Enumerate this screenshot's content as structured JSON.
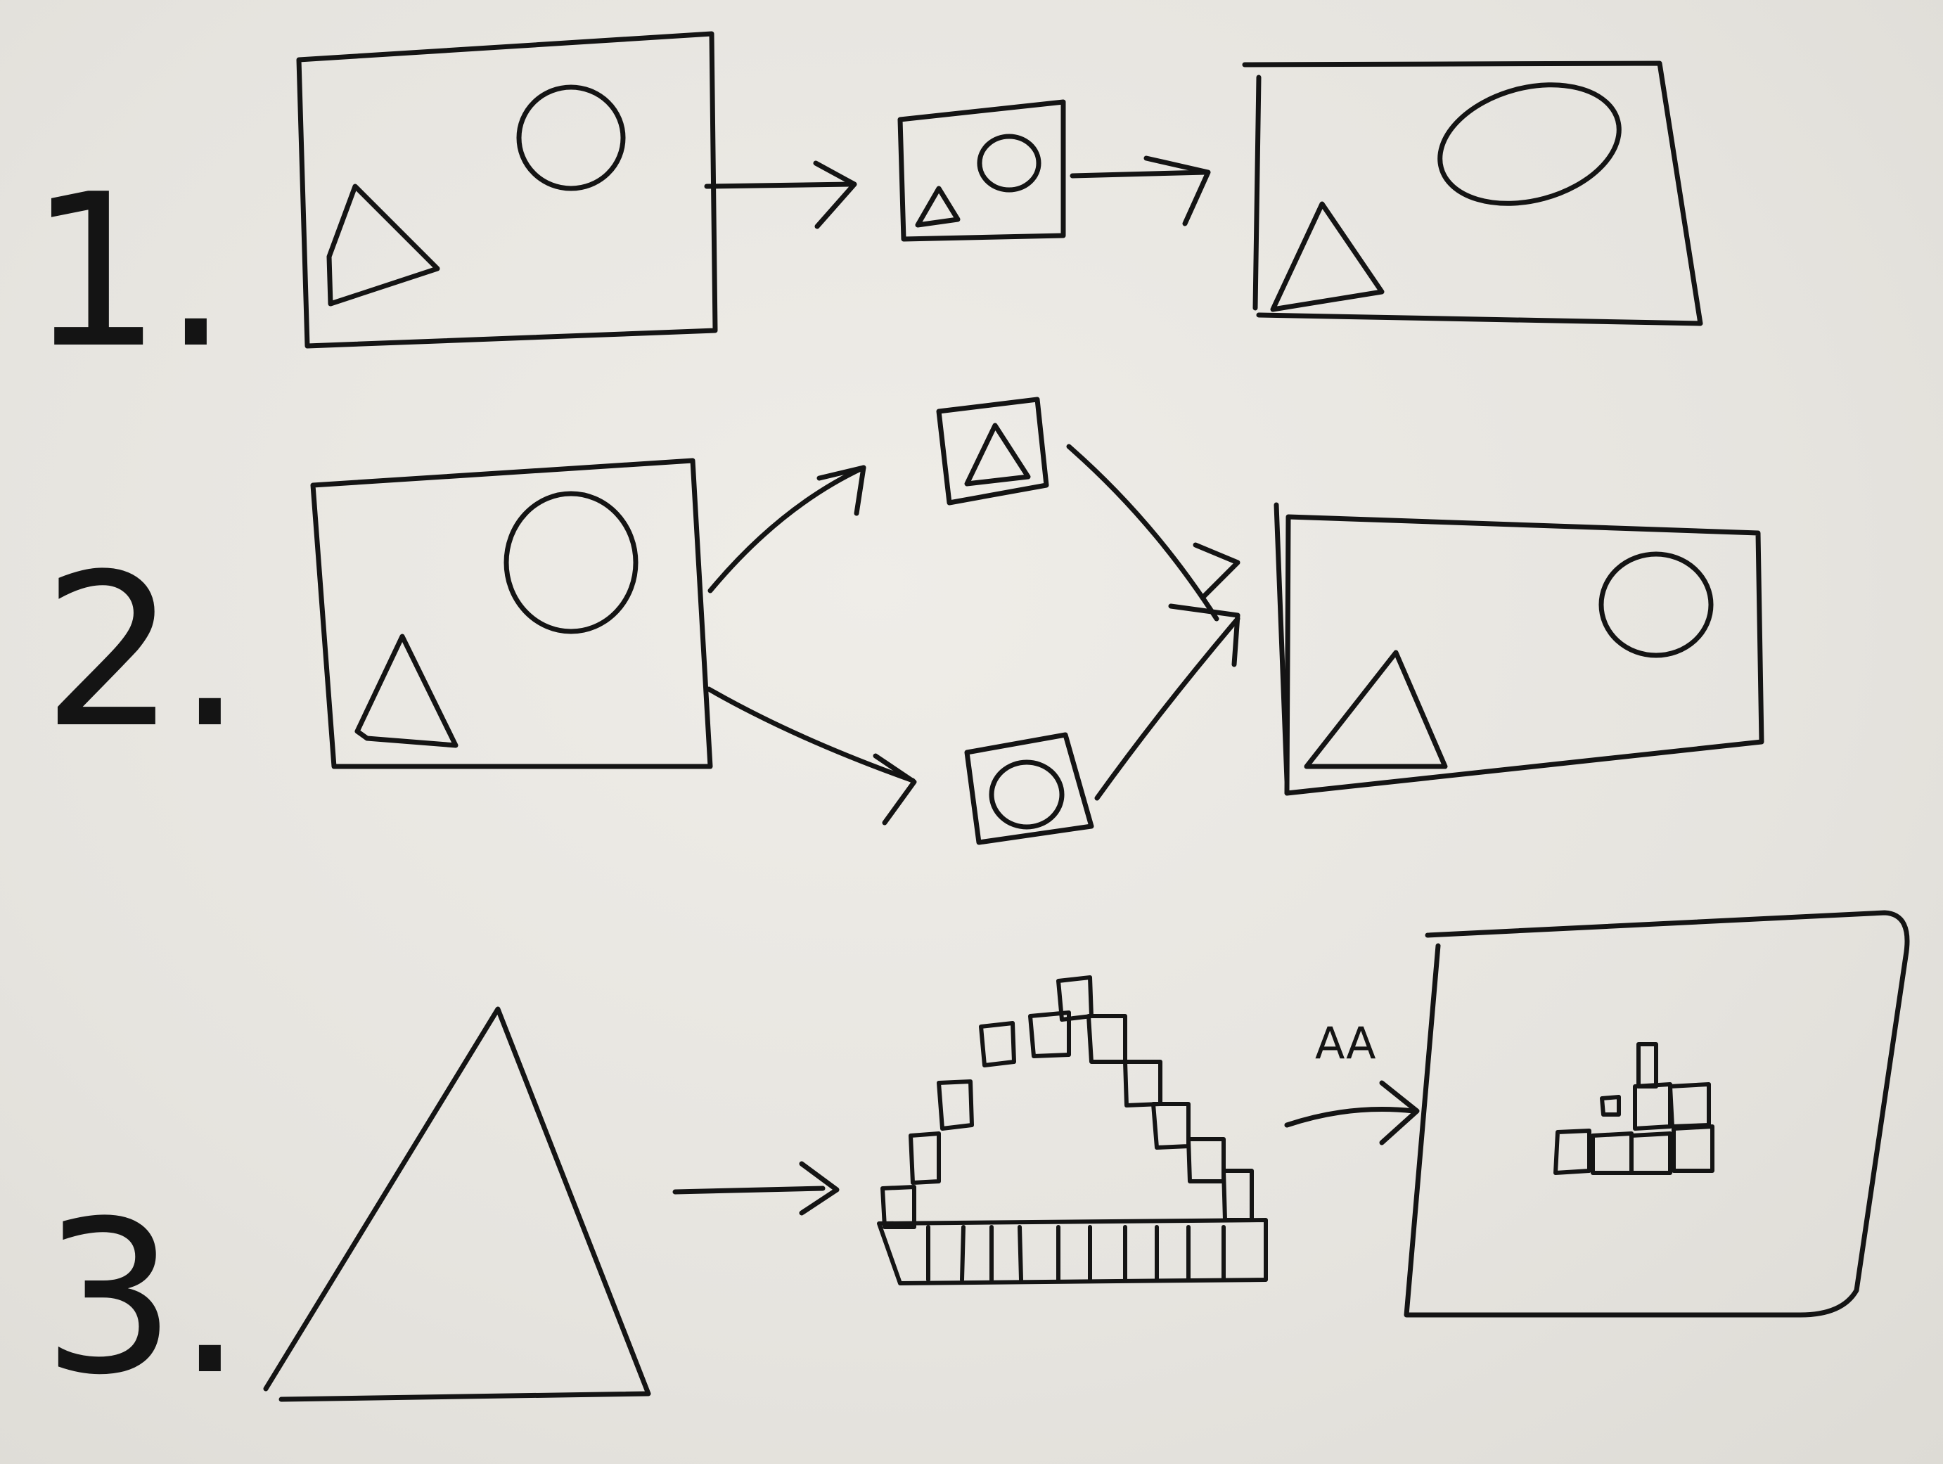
{
  "whiteboard": {
    "steps": [
      {
        "number": "1."
      },
      {
        "number": "2."
      },
      {
        "number": "3."
      }
    ],
    "annotation_aa": "AA"
  }
}
